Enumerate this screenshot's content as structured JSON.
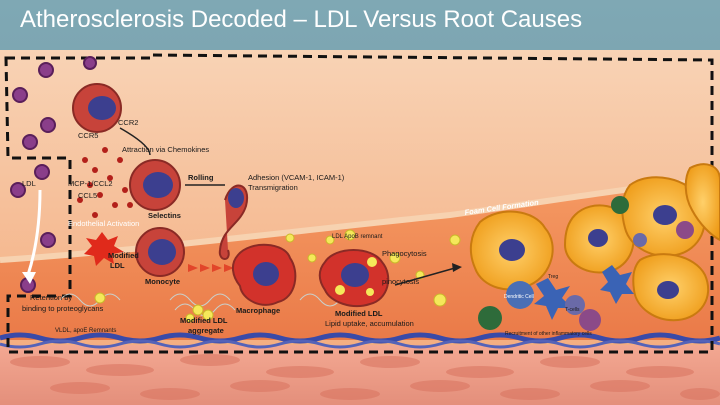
{
  "slide": {
    "title": "Atherosclerosis Decoded – LDL Versus Root Causes"
  },
  "diagram": {
    "labels": {
      "ccr2": "CCR2",
      "ccr5_top": "CCR5",
      "attraction": "Attraction via Chemokines",
      "mcp": "MCP-1/CCL2",
      "ccl5": "CCL5",
      "rolling": "Rolling",
      "adhesion_line1": "Adhesion (VCAM-1, ICAM-1)",
      "adhesion_line2": "Transmigration",
      "selectins": "Selectins",
      "ldl": "LDL",
      "endothelial": "Endothelial Activation",
      "modified_ldl_1": "Modified",
      "modified_ldl_2": "LDL",
      "monocyte": "Monocyte",
      "macrophage": "Macrophage",
      "modified_ldl_bottom": "Modified LDL",
      "lipid_uptake": "Lipid uptake, accumulation",
      "phagocytosis": "Phagocytosis",
      "pinocytosis": "pinocytosis",
      "ldl_apob": "LDL ApoB remnant",
      "foam_cell": "Foam Cell Formation",
      "retention_1": "Retention by",
      "retention_2": "binding to proteoglycans",
      "vldl": "VLDL, apoE Remnants",
      "aggregate_1": "Modified LDL",
      "aggregate_2": "aggregate",
      "dendritic": "Dendritic Cell",
      "t_cells": "T-cells",
      "treg": "Treg",
      "recruitment": "Recruitment of other inflammatory cells"
    },
    "colors": {
      "lumen": "#f6c9a8",
      "intima": "#f08a55",
      "media": "#ef9b86",
      "elastic_lamina": "#3a4aa8",
      "foam_cell": "#f2a41c",
      "monocyte": "#c0352f",
      "nucleus": "#3c3f8f"
    }
  }
}
